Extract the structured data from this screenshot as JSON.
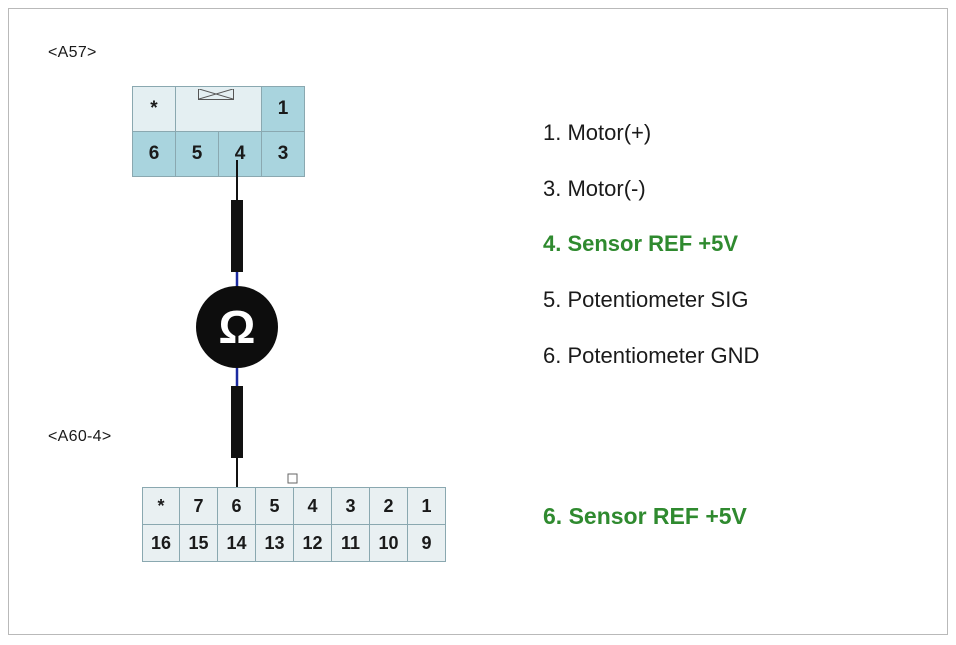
{
  "connector_a57": {
    "label": "<A57>",
    "row1": [
      "*",
      "",
      "1"
    ],
    "row2": [
      "6",
      "5",
      "4",
      "3"
    ]
  },
  "meter": {
    "symbol": "Ω"
  },
  "connector_a60": {
    "label": "<A60-4>",
    "row1": [
      "*",
      "7",
      "6",
      "5",
      "4",
      "3",
      "2",
      "1"
    ],
    "row2": [
      "16",
      "15",
      "14",
      "13",
      "12",
      "11",
      "10",
      "9"
    ]
  },
  "legend_a57": [
    "1. Motor(+)",
    "3. Motor(-)",
    "4. Sensor REF +5V",
    "5. Potentiometer SIG",
    "6. Potentiometer GND"
  ],
  "legend_a60": [
    "6. Sensor REF +5V"
  ],
  "colors": {
    "highlight_text": "#2f8a2f",
    "pin_fill": "#a9d4de",
    "probe_wire": "#1b2aa0"
  }
}
